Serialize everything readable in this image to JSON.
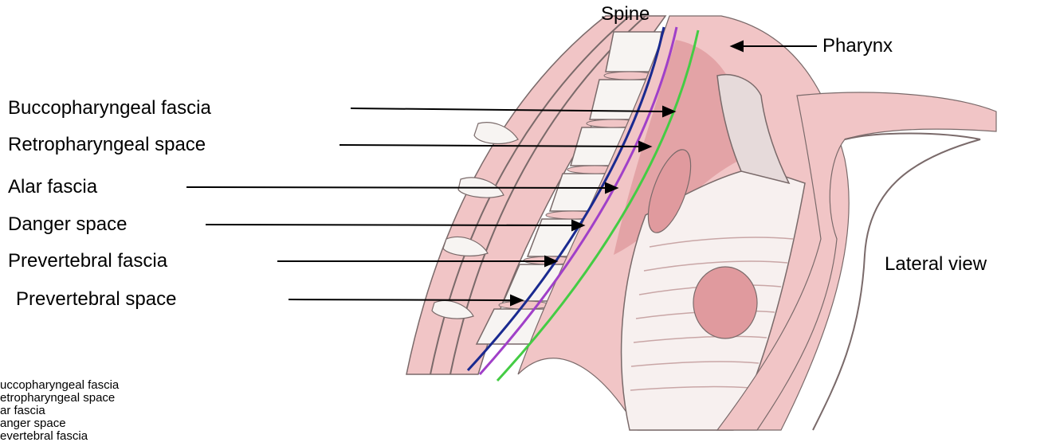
{
  "labels": {
    "spine": "Spine",
    "pharynx": "Pharynx",
    "view": "Lateral view",
    "buccopharyngeal_fascia": "Buccopharyngeal fascia",
    "retropharyngeal_space": "Retropharyngeal space",
    "alar_fascia": "Alar fascia",
    "danger_space": "Danger space",
    "prevertebral_fascia": "Prevertebral fascia",
    "prevertebral_space": "Prevertebral space"
  },
  "legend": [
    {
      "text": "uccopharyngeal fascia"
    },
    {
      "text": "etropharyngeal space"
    },
    {
      "text": "ar fascia"
    },
    {
      "text": "anger space"
    },
    {
      "text": "evertebral fascia"
    }
  ],
  "colors": {
    "tissue": "#f1c5c6",
    "tissue_dark": "#e09a9e",
    "muscle": "#d98b8e",
    "vertebra": "#f7f4f2",
    "outline": "#7a6a6a",
    "buccopharyngeal_line": "#44cc44",
    "alar_line": "#a040c8",
    "prevertebral_line": "#1a2a90"
  }
}
